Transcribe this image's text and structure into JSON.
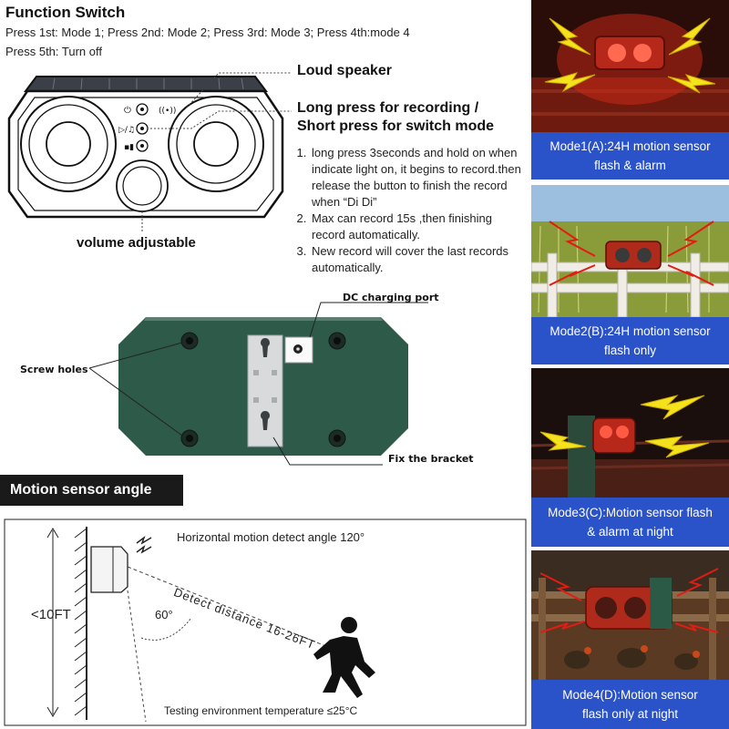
{
  "function_switch": {
    "title": "Function Switch",
    "line1": "Press 1st: Mode 1; Press 2nd: Mode 2; Press 3rd: Mode 3; Press 4th:mode 4",
    "line2": "Press 5th: Turn off"
  },
  "labels": {
    "loud_speaker": "Loud speaker",
    "long_press_line1": "Long press for recording /",
    "long_press_line2": "Short press for switch mode",
    "volume": "volume adjustable"
  },
  "record_steps": [
    "long press 3seconds and hold on when indicate light on, it begins to record.then release the button to finish the record when “Di Di”",
    "Max can record 15s ,then finishing record automatically.",
    "New record will cover the last records automatically."
  ],
  "back_labels": {
    "dc_port": "DC charging port",
    "screw_holes": "Screw holes",
    "fix_bracket": "Fix the bracket"
  },
  "motion": {
    "banner": "Motion sensor angle",
    "horizontal": "Horizontal motion detect angle 120°",
    "detect_distance": "Detect distance 16-26FT",
    "angle": "60°",
    "height": "<10FT",
    "temperature": "Testing environment temperature ≤25°C"
  },
  "modes": [
    {
      "line1": "Mode1(A):24H motion sensor",
      "line2": "flash & alarm"
    },
    {
      "line1": "Mode2(B):24H motion sensor",
      "line2": "flash only"
    },
    {
      "line1": "Mode3(C):Motion sensor flash",
      "line2": "& alarm at night"
    },
    {
      "line1": "Mode4(D):Motion sensor",
      "line2": "flash only at night"
    }
  ],
  "colors": {
    "caption_bg": "#2a52c9",
    "device_green": "#2e5a4a",
    "banner_bg": "#1a1a1a"
  }
}
